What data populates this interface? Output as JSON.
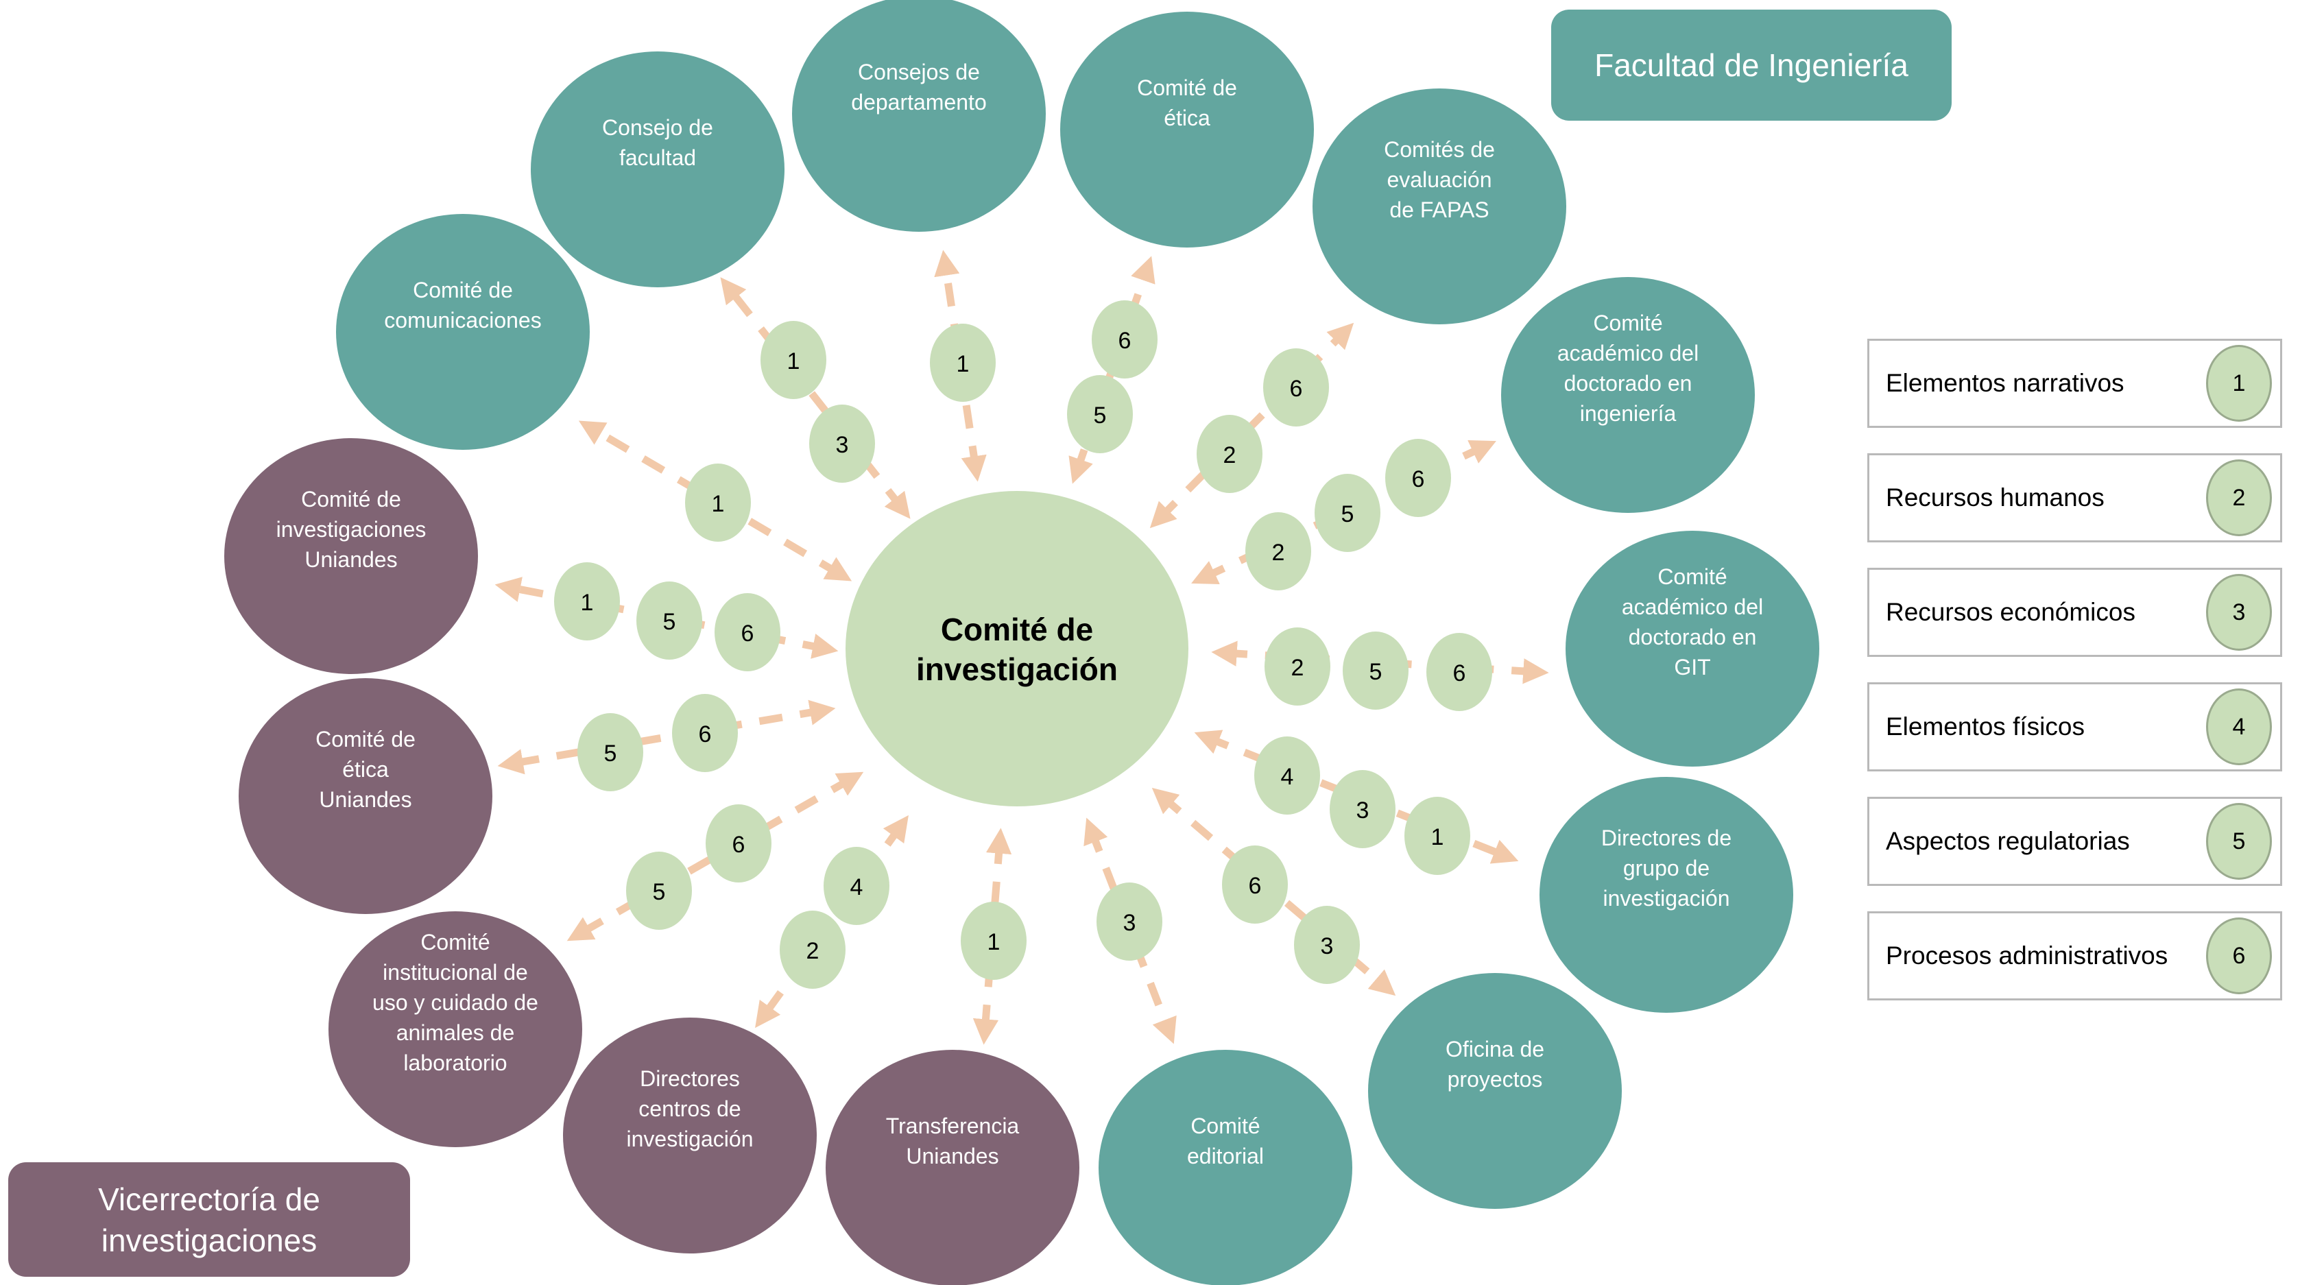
{
  "colors": {
    "faculty": "#63a69f",
    "vicerrectoria": "#806474",
    "center": "#c9deb9",
    "bubble": "#c9deb9",
    "arrow": "#f2c9a9"
  },
  "groups": {
    "facultad": "Facultad de Ingeniería",
    "vicerrectoria": "Vicerrectoría de investigaciones"
  },
  "center": {
    "label_lines": [
      "Comité de",
      "investigación"
    ]
  },
  "nodes": [
    {
      "id": "comunicaciones",
      "group": "facultad",
      "lines": [
        "Comité de",
        "comunicaciones"
      ],
      "elements": [
        1
      ]
    },
    {
      "id": "consejo-facultad",
      "group": "facultad",
      "lines": [
        "Consejo de",
        "facultad"
      ],
      "elements": [
        1,
        3
      ]
    },
    {
      "id": "consejos-departamento",
      "group": "facultad",
      "lines": [
        "Consejos de",
        "departamento"
      ],
      "elements": [
        1
      ]
    },
    {
      "id": "comite-etica",
      "group": "facultad",
      "lines": [
        "Comité de",
        "ética"
      ],
      "elements": [
        5,
        6
      ]
    },
    {
      "id": "comites-fapas",
      "group": "facultad",
      "lines": [
        "Comités de",
        "evaluación",
        "de FAPAS"
      ],
      "elements": [
        2,
        6
      ]
    },
    {
      "id": "doctorado-ingenieria",
      "group": "facultad",
      "lines": [
        "Comité",
        "académico del",
        "doctorado en",
        "ingeniería"
      ],
      "elements": [
        2,
        5,
        6
      ]
    },
    {
      "id": "doctorado-git",
      "group": "facultad",
      "lines": [
        "Comité",
        "académico del",
        "doctorado en",
        "GIT"
      ],
      "elements": [
        2,
        5,
        6
      ]
    },
    {
      "id": "directores-grupo",
      "group": "facultad",
      "lines": [
        "Directores de",
        "grupo de",
        "investigación"
      ],
      "elements": [
        4,
        3,
        1
      ]
    },
    {
      "id": "oficina-proyectos",
      "group": "facultad",
      "lines": [
        "Oficina de",
        "proyectos"
      ],
      "elements": [
        6,
        3
      ]
    },
    {
      "id": "comite-editorial",
      "group": "facultad",
      "lines": [
        "Comité",
        "editorial"
      ],
      "elements": [
        3
      ]
    },
    {
      "id": "transferencia",
      "group": "vicerrectoria",
      "lines": [
        "Transferencia",
        "Uniandes"
      ],
      "elements": [
        1
      ]
    },
    {
      "id": "directores-centros",
      "group": "vicerrectoria",
      "lines": [
        "Directores",
        "centros de",
        "investigación"
      ],
      "elements": [
        4,
        2
      ]
    },
    {
      "id": "comite-institucional",
      "group": "vicerrectoria",
      "lines": [
        "Comité",
        "institucional de",
        "uso y cuidado de",
        "animales de",
        "laboratorio"
      ],
      "elements": [
        6,
        5
      ]
    },
    {
      "id": "etica-uniandes",
      "group": "vicerrectoria",
      "lines": [
        "Comité de",
        "ética",
        "Uniandes"
      ],
      "elements": [
        6,
        5
      ]
    },
    {
      "id": "investigaciones-uniandes",
      "group": "vicerrectoria",
      "lines": [
        "Comité de",
        "investigaciones",
        "Uniandes"
      ],
      "elements": [
        1,
        5,
        6
      ]
    }
  ],
  "legend": [
    {
      "label": "Elementos narrativos",
      "number": "1"
    },
    {
      "label": "Recursos humanos",
      "number": "2"
    },
    {
      "label": "Recursos económicos",
      "number": "3"
    },
    {
      "label": "Elementos físicos",
      "number": "4"
    },
    {
      "label": "Aspectos regulatorias",
      "number": "5"
    },
    {
      "label": "Procesos administrativos",
      "number": "6"
    }
  ]
}
